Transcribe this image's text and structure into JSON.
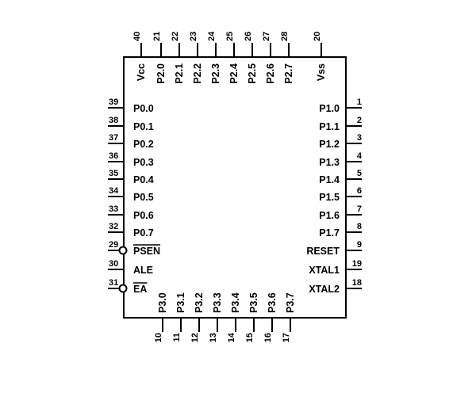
{
  "chip": {
    "top_pins": [
      {
        "num": "40",
        "label": "Vcc"
      },
      {
        "num": "21",
        "label": "P2.0"
      },
      {
        "num": "22",
        "label": "P2.1"
      },
      {
        "num": "23",
        "label": "P2.2"
      },
      {
        "num": "24",
        "label": "P2.3"
      },
      {
        "num": "25",
        "label": "P2.4"
      },
      {
        "num": "26",
        "label": "P2.5"
      },
      {
        "num": "27",
        "label": "P2.6"
      },
      {
        "num": "28",
        "label": "P2.7"
      },
      {
        "num": "20",
        "label": "Vss"
      }
    ],
    "left_pins": [
      {
        "num": "39",
        "label": "P0.0",
        "inverted": false
      },
      {
        "num": "38",
        "label": "P0.1",
        "inverted": false
      },
      {
        "num": "37",
        "label": "P0.2",
        "inverted": false
      },
      {
        "num": "36",
        "label": "P0.3",
        "inverted": false
      },
      {
        "num": "35",
        "label": "P0.4",
        "inverted": false
      },
      {
        "num": "34",
        "label": "P0.5",
        "inverted": false
      },
      {
        "num": "33",
        "label": "P0.6",
        "inverted": false
      },
      {
        "num": "32",
        "label": "P0.7",
        "inverted": false
      },
      {
        "num": "29",
        "label": "PSEN",
        "inverted": true
      },
      {
        "num": "30",
        "label": "ALE",
        "inverted": false
      },
      {
        "num": "31",
        "label": "EA",
        "inverted": true
      }
    ],
    "right_pins": [
      {
        "num": "1",
        "label": "P1.0"
      },
      {
        "num": "2",
        "label": "P1.1"
      },
      {
        "num": "3",
        "label": "P1.2"
      },
      {
        "num": "4",
        "label": "P1.3"
      },
      {
        "num": "5",
        "label": "P1.4"
      },
      {
        "num": "6",
        "label": "P1.5"
      },
      {
        "num": "7",
        "label": "P1.6"
      },
      {
        "num": "8",
        "label": "P1.7"
      },
      {
        "num": "9",
        "label": "RESET"
      },
      {
        "num": "19",
        "label": "XTAL1"
      },
      {
        "num": "18",
        "label": "XTAL2"
      }
    ],
    "bottom_pins": [
      {
        "num": "10",
        "label": "P3.0"
      },
      {
        "num": "11",
        "label": "P3.1"
      },
      {
        "num": "12",
        "label": "P3.2"
      },
      {
        "num": "13",
        "label": "P3.3"
      },
      {
        "num": "14",
        "label": "P3.4"
      },
      {
        "num": "15",
        "label": "P3.5"
      },
      {
        "num": "16",
        "label": "P3.6"
      },
      {
        "num": "17",
        "label": "P3.7"
      }
    ]
  }
}
